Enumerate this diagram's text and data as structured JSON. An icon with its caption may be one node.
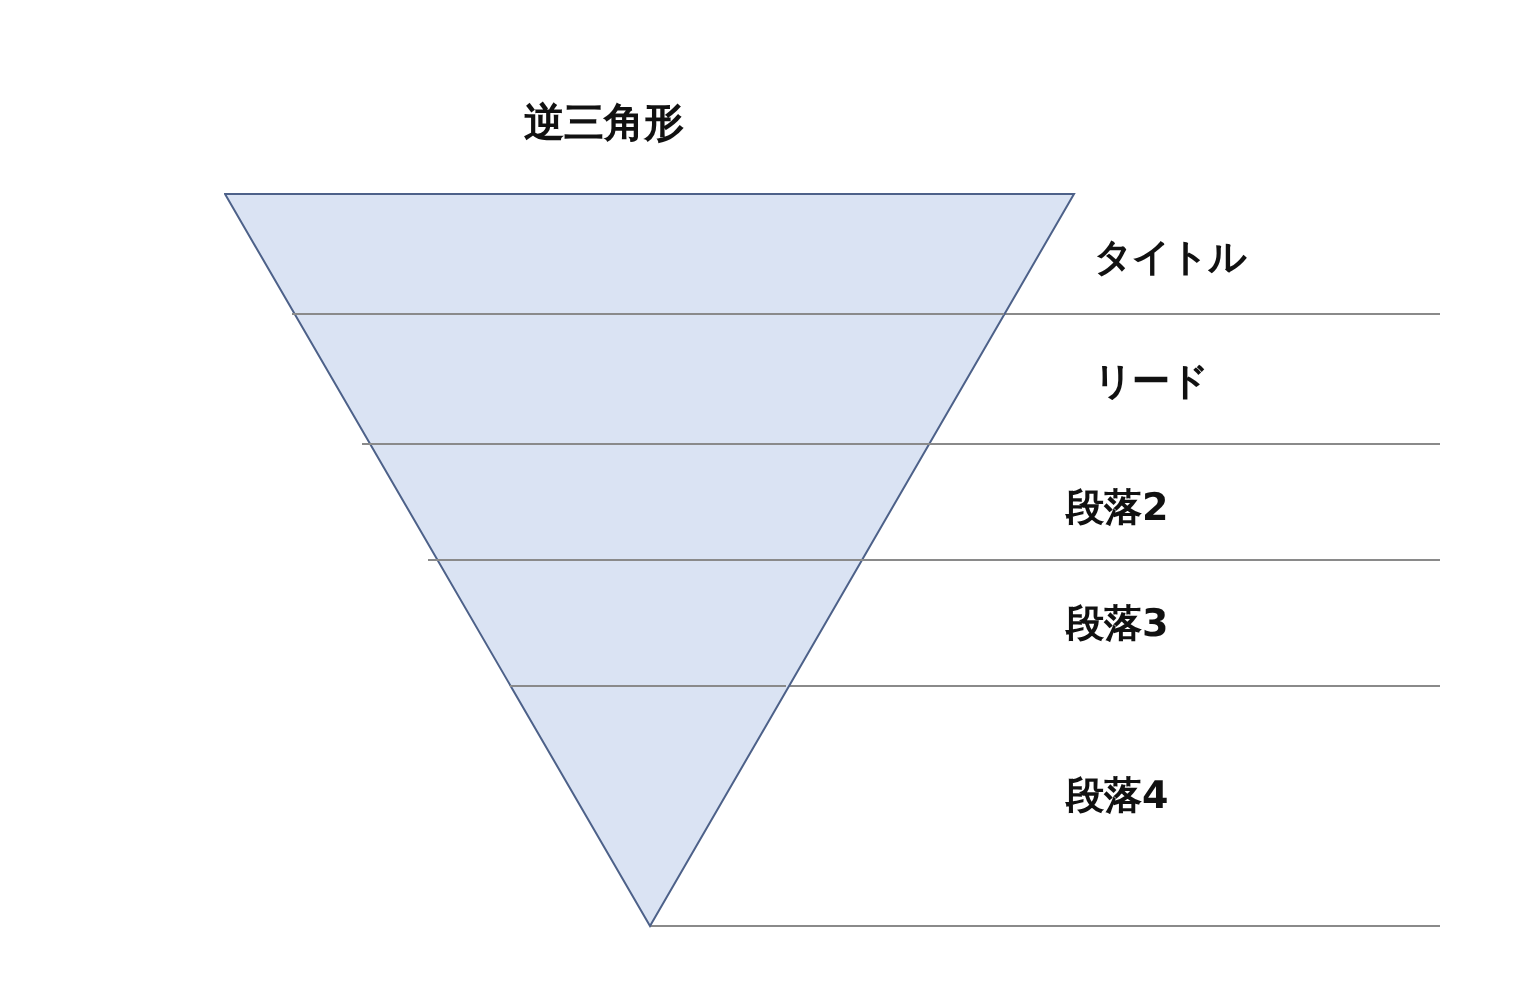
{
  "diagram": {
    "nodes": [
      {
        "text": [
          "逆三角形"
        ]
      }
    ],
    "edges": [],
    "labels": [
      "タイトル",
      "リード",
      "段落2",
      "段落3",
      "段落4"
    ]
  }
}
